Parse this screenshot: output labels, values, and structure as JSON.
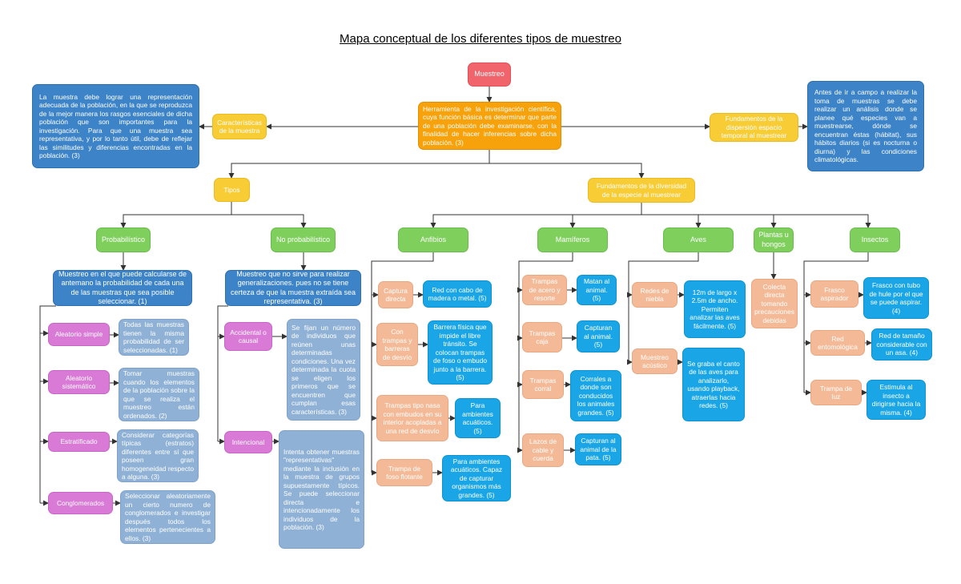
{
  "title": "Mapa conceptual de los diferentes tipos de muestreo",
  "colors": {
    "root": "#f1646b",
    "definition": "#f7a20a",
    "heading": "#f7cc35",
    "note": "#3c83c8",
    "category": "#7fcf5d",
    "description": "#8fb1d6",
    "subtype": "#d87ad6",
    "method": "#f4ba97",
    "detail": "#1aa6e6",
    "line": "#333333"
  },
  "nodes": {
    "root": "Muestreo",
    "definition": "Herramienta de la investigación científica, cuya función básica es determinar que parte de una población debe examinarse, con la finalidad de hacer inferencias sobre dicha población. (3)",
    "caracteristicas": "Características de la muestra",
    "caracteristicas_note": "La muestra debe lograr una representación adecuada de la población, en la que se reproduzca de la mejor manera los rasgos esenciales de dicha población que son importantes para la investigación. Para que una muestra sea representativa, y por lo tanto útil, debe de reflejar las similitudes y diferencias encontradas en la población. (3)",
    "fundamentos_dispersion": "Fundamentos de la dispersión espacio temporal al muestrear",
    "fundamentos_dispersion_note": "Antes de ir a campo a realizar la toma de muestras se debe realizar un análisis donde se planee qué especies van a muestrearse, dónde se encuentran éstas (hábitat), sus hábitos diarios (si es nocturna o diurna) y las condiciones climatológicas.",
    "tipos": "Tipos",
    "fundamentos_diversidad": "Fundamentos de la diversidad de la especie al muestrear",
    "probabilistico": "Probabilístico",
    "probabilistico_def": "Muestreo en el que puede calcularse de antemano la probabilidad de cada una de las muestras que sea posible seleccionar. (1)",
    "no_probabilistico": "No probabilístico",
    "no_probabilistico_def": "Muestreo que no sirve para realizar generalizaciones. pues no se tiene certeza de que la muestra extraída sea representativa. (3)",
    "aleatorio_simple": "Aleatorio simple",
    "aleatorio_simple_desc": "Todas las muestras tienen la misma probabilidad de ser seleccionadas. (1)",
    "aleatorio_sistematico": "Aleatorio sistemático",
    "aleatorio_sistematico_desc": "Tomar muestras cuando los elementos de la población sobre la que se realiza el muestreo están ordenados. (2)",
    "estratificado": "Estratificado",
    "estratificado_desc": "Considerar categorías típicas (estratos) diferentes entre sí que poseen gran homogeneidad respecto a alguna. (3)",
    "conglomerados": "Conglomerados",
    "conglomerados_desc": "Seleccionar aleatoriamente un cierto numero de conglomerados e investigar después todos los elementos pertenecientes a ellos. (3)",
    "accidental": "Accidental o causal",
    "accidental_desc": "Se fijan un número de individuos que reúnen unas determinadas condiciones. Una vez determinada la cuota se eligen los primeros que se encuentren que cumplan esas características. (3)",
    "intencional": "Intencional",
    "intencional_desc": "Intenta obtener muestras \"representativas\" mediante la inclusión en la muestra de grupos supuestamente típicos. Se puede seleccionar directa e intencionadamente los individuos de la población. (3)",
    "anfibios": "Anfibios",
    "mamiferos": "Mamíferos",
    "aves": "Aves",
    "plantas": "Plantas u hongos",
    "insectos": "Insectos",
    "captura_directa": "Captura directa",
    "captura_directa_desc": "Red con cabo de madera o metal. (5)",
    "trampas_barreras": "Con trampas y barreras de desvío",
    "trampas_barreras_desc": "Barrera física que impide el libre tránsito. Se colocan trampas de foso o embudo junto a la barrera. (5)",
    "trampas_nasa": "Trampas tipo nasa con embudos en su interior acopladas a una red de desvío",
    "trampas_nasa_desc": "Para ambientes acuáticos. (5)",
    "trampa_foso": "Trampa de foso flotante",
    "trampa_foso_desc": "Para ambientes acuáticos. Capaz de capturar organismos más grandes. (5)",
    "trampas_acero": "Trampas de acero y resorte",
    "trampas_acero_desc": "Matan al animal. (5)",
    "trampas_caja": "Trampas caja",
    "trampas_caja_desc": "Capturan al animal. (5)",
    "trampas_corral": "Trampas corral",
    "trampas_corral_desc": "Corrales a donde son conducidos los animales grandes. (5)",
    "lazos": "Lazos de cable y cuerda",
    "lazos_desc": "Capturan al animal de la pata. (5)",
    "redes_niebla": "Redes de niebla",
    "redes_niebla_desc": "12m de largo x 2.5m de ancho. Permiten analizar las aves fácilmente. (5)",
    "muestreo_acustico": "Muestreo acústico",
    "muestreo_acustico_desc": "Se graba el canto de las aves para analizarlo, usando playback, atraerlas hacia redes. (5)",
    "colecta_directa": "Colecta directa tomando precauciones debidas",
    "frasco": "Frasco aspirador",
    "frasco_desc": "Frasco con tubo de hule por el que se puede aspirar. (4)",
    "red_entomologica": "Red entomológica",
    "red_entomologica_desc": "Red de tamaño considerable con un asa. (4)",
    "trampa_luz": "Trampa de luz",
    "trampa_luz_desc": "Estimula al insecto a dirigirse hacia la misma. (4)"
  }
}
